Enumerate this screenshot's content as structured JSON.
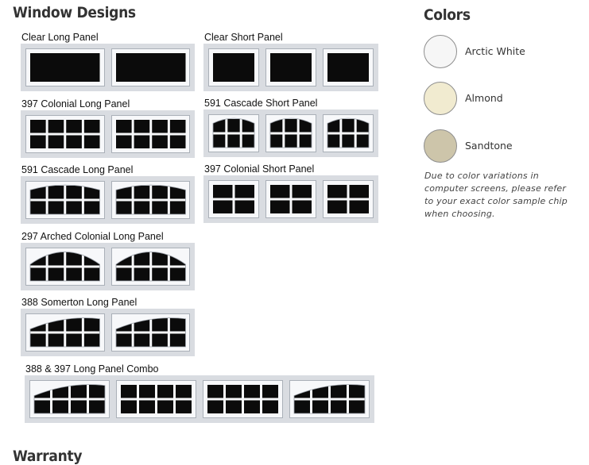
{
  "window_designs": {
    "title": "Window Designs",
    "items": [
      {
        "label": "Clear Long Panel",
        "style": "clear"
      },
      {
        "label": "Clear Short Panel",
        "style": "clear"
      },
      {
        "label": "397 Colonial Long Panel",
        "style": "colonial"
      },
      {
        "label": "591 Cascade Short Panel",
        "style": "cascade"
      },
      {
        "label": "591 Cascade Long Panel",
        "style": "cascade"
      },
      {
        "label": "397 Colonial Short Panel",
        "style": "colonial"
      },
      {
        "label": "297 Arched Colonial Long Panel",
        "style": "arched"
      },
      {
        "label": "388 Somerton Long Panel",
        "style": "somerton"
      },
      {
        "label": "388 & 397 Long Panel Combo",
        "style": "combo"
      }
    ]
  },
  "colors": {
    "title": "Colors",
    "items": [
      {
        "label": "Arctic White",
        "hex": "#f6f6f6"
      },
      {
        "label": "Almond",
        "hex": "#f1ebd0"
      },
      {
        "label": "Sandtone",
        "hex": "#cdc5aa"
      }
    ],
    "note": "Due to color variations in computer screens, please refer to your exact color sample chip when choosing."
  },
  "footer_peek": "Warranty"
}
